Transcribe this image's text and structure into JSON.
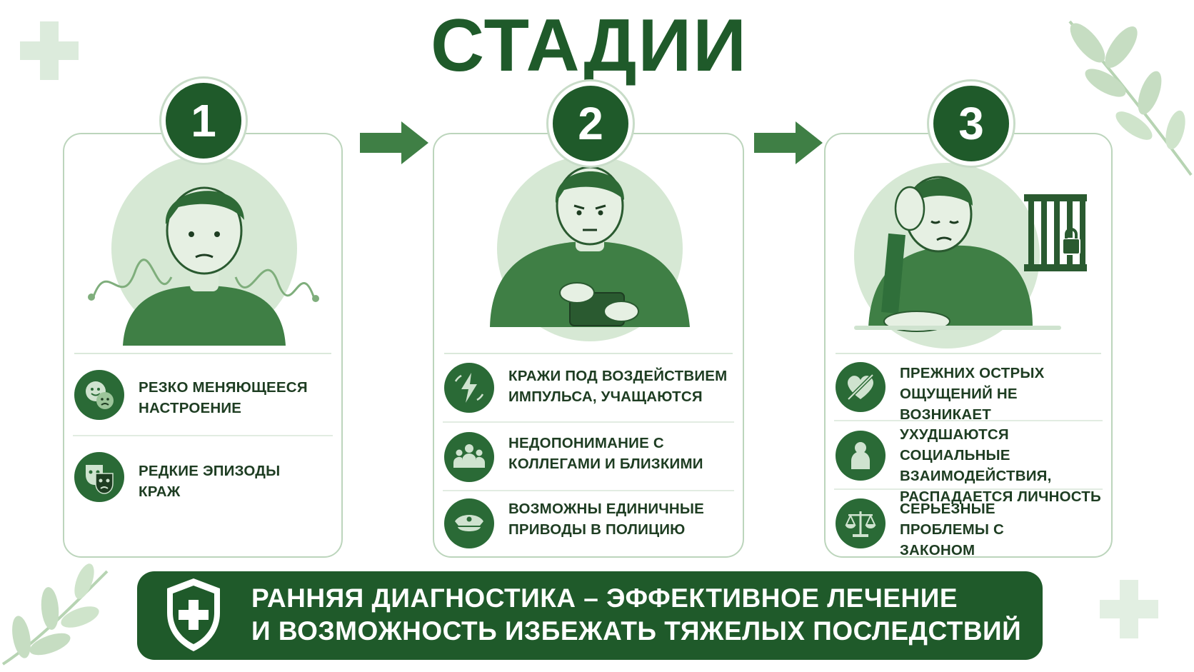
{
  "title": "СТАДИИ",
  "colors": {
    "primary": "#1f5a2a",
    "accent": "#2a6a36",
    "light": "#cfe3cf",
    "border": "#bcd5bc"
  },
  "stages": [
    {
      "number": "1",
      "illustration": "calm-person-with-mood-waves",
      "items": [
        {
          "icon": "mood-faces-icon",
          "text": "РЕЗКО МЕНЯЮЩЕЕСЯ НАСТРОЕНИЕ"
        },
        {
          "icon": "theater-masks-icon",
          "text": "РЕДКИЕ ЭПИЗОДЫ КРАЖ"
        }
      ]
    },
    {
      "number": "2",
      "illustration": "person-hiding-wallet",
      "items": [
        {
          "icon": "lightning-impulse-icon",
          "text": "КРАЖИ ПОД ВОЗДЕЙСТВИЕМ ИМПУЛЬСА, УЧАЩАЮТСЯ"
        },
        {
          "icon": "people-group-icon",
          "text": "НЕДОПОНИМАНИЕ С КОЛЛЕГАМИ И БЛИЗКИМИ"
        },
        {
          "icon": "police-cap-icon",
          "text": "ВОЗМОЖНЫ ЕДИНИЧНЫЕ ПРИВОДЫ В ПОЛИЦИЮ"
        }
      ]
    },
    {
      "number": "3",
      "illustration": "distressed-person-with-jail-bars",
      "items": [
        {
          "icon": "crossed-heart-icon",
          "text": "ПРЕЖНИХ ОСТРЫХ ОЩУЩЕНИЙ НЕ ВОЗНИКАЕТ"
        },
        {
          "icon": "person-icon",
          "text": "УХУДШАЮТСЯ СОЦИАЛЬНЫЕ ВЗАИМОДЕЙСТВИЯ, РАСПАДАЕТСЯ ЛИЧНОСТЬ"
        },
        {
          "icon": "scales-icon",
          "text": "СЕРЬЕЗНЫЕ ПРОБЛЕМЫ С ЗАКОНОМ"
        }
      ]
    }
  ],
  "banner": {
    "icon": "shield-cross-icon",
    "line1": "РАННЯЯ ДИАГНОСТИКА – ЭФФЕКТИВНОЕ ЛЕЧЕНИЕ",
    "line2": "И ВОЗМОЖНОСТЬ ИЗБЕЖАТЬ ТЯЖЕЛЫХ ПОСЛЕДСТВИЙ"
  }
}
